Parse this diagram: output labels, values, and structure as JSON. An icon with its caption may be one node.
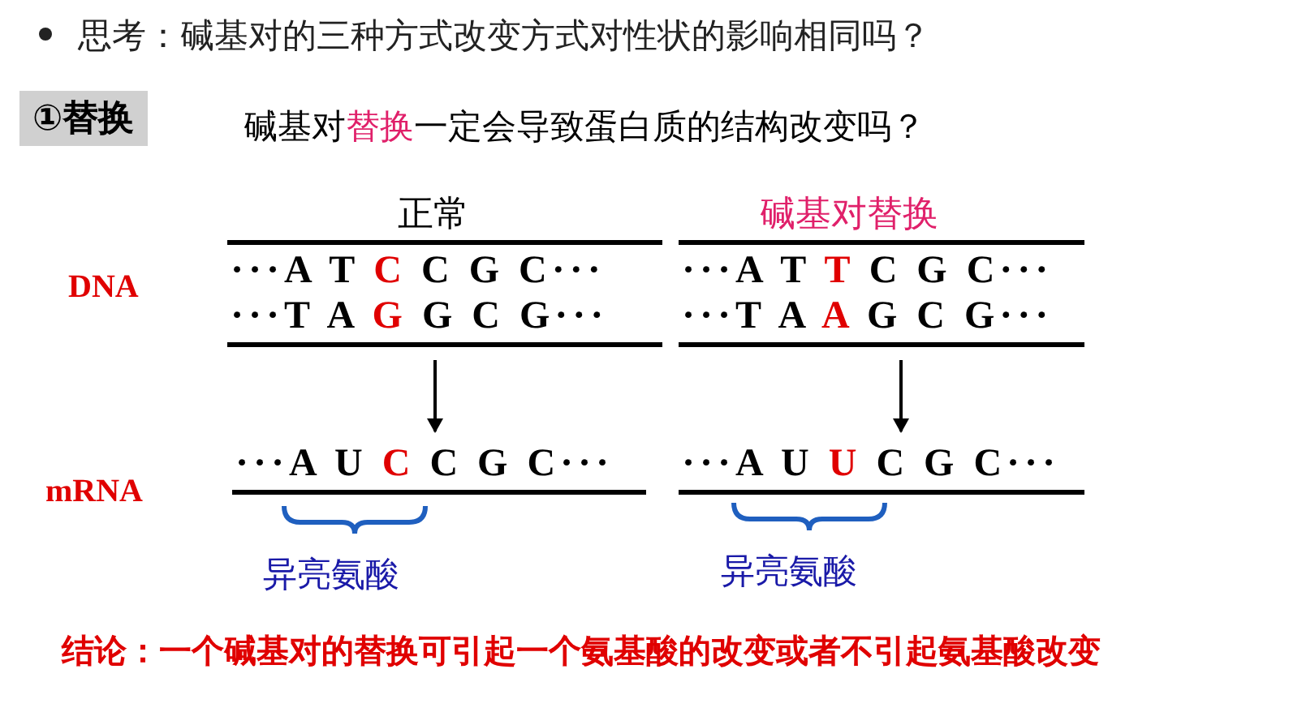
{
  "diagram": {
    "title": "思考：碱基对的三种方式改变方式对性状的影响相同吗？",
    "caption": "结论：一个碱基对的替换可引起一个氨基酸的改变或者不引起氨基酸改变",
    "nodes": [
      {
        "text": [
          "···A T C C G C···",
          "···T A G G C G···"
        ],
        "beside": [
          "正常"
        ]
      },
      {
        "text": [
          "···A T T C G C···",
          "···T A A G C G···"
        ],
        "beside": [
          "碱基对替换"
        ]
      },
      {
        "text": [
          "···A U C C G C···"
        ]
      },
      {
        "text": [
          "···A U U C G C···"
        ]
      }
    ],
    "edges": [
      {
        "from": 0,
        "to": 2,
        "arrow": "to"
      },
      {
        "from": 1,
        "to": 3,
        "arrow": "to"
      }
    ],
    "labels": [
      "①替换",
      "碱基对替换一定会导致蛋白质的结构改变吗？",
      "DNA",
      "mRNA",
      "异亮氨酸",
      "异亮氨酸"
    ]
  }
}
